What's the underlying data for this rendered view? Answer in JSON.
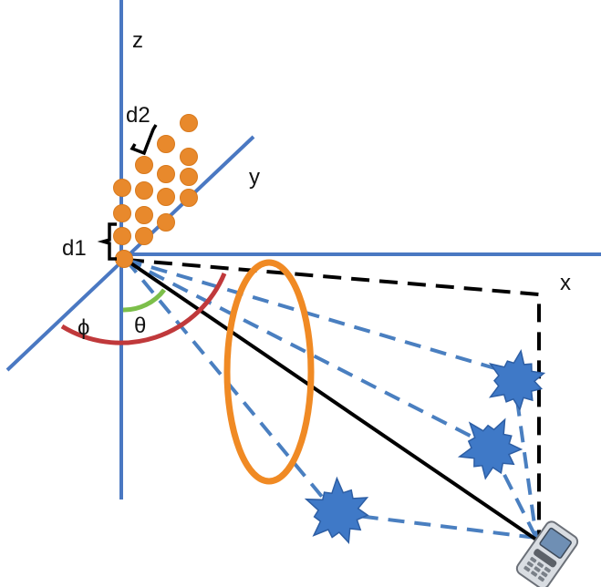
{
  "axes": {
    "x": "x",
    "y": "y",
    "z": "z"
  },
  "spacings": {
    "d1": "d1",
    "d2": "d2"
  },
  "angles": {
    "phi": "ϕ",
    "theta": "θ"
  },
  "colors": {
    "axis": "#4a78c2",
    "element": "#e8892c",
    "element_stroke": "#d8791c",
    "path": "#4a7fc0",
    "direct": "#000000",
    "projection": "#000000",
    "phi_arc": "#c0393b",
    "theta_arc": "#7cbf4a",
    "ellipse": "#f08a24",
    "scatterer": "#3f79c7",
    "scatterer_stroke": "#2d5ea4"
  },
  "icons": [
    "mobile-phone-icon",
    "scatterer-icon"
  ]
}
